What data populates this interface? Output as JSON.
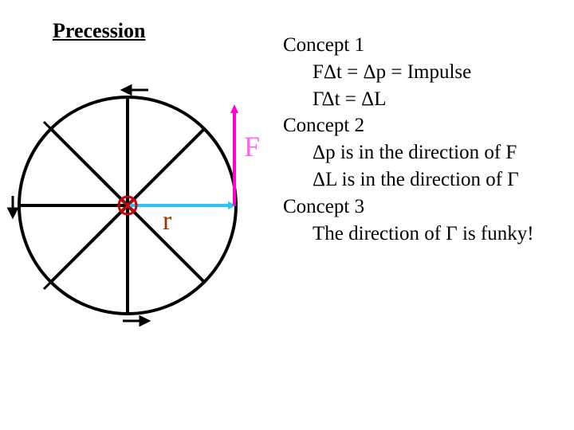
{
  "title": "Precession",
  "diagram": {
    "force_label": "F",
    "radius_label": "r",
    "colors": {
      "wheel": "#000000",
      "force_arrow": "#ff00cc",
      "radius_arrow": "#33c1f0",
      "axle_marker": "#cc0000",
      "force_label": "#ff66e6",
      "radius_label": "#993300"
    }
  },
  "concepts": [
    {
      "text": "Concept 1",
      "indent": false
    },
    {
      "text": "FΔt = Δp = Impulse",
      "indent": true
    },
    {
      "text": "ΓΔt = ΔL",
      "indent": true
    },
    {
      "text": "Concept 2",
      "indent": false
    },
    {
      "text": "Δp is in the direction of F",
      "indent": true
    },
    {
      "text": "ΔL is in the direction of Γ",
      "indent": true
    },
    {
      "text": "Concept 3",
      "indent": false
    },
    {
      "text": "The direction of Γ is funky!",
      "indent": true
    }
  ]
}
